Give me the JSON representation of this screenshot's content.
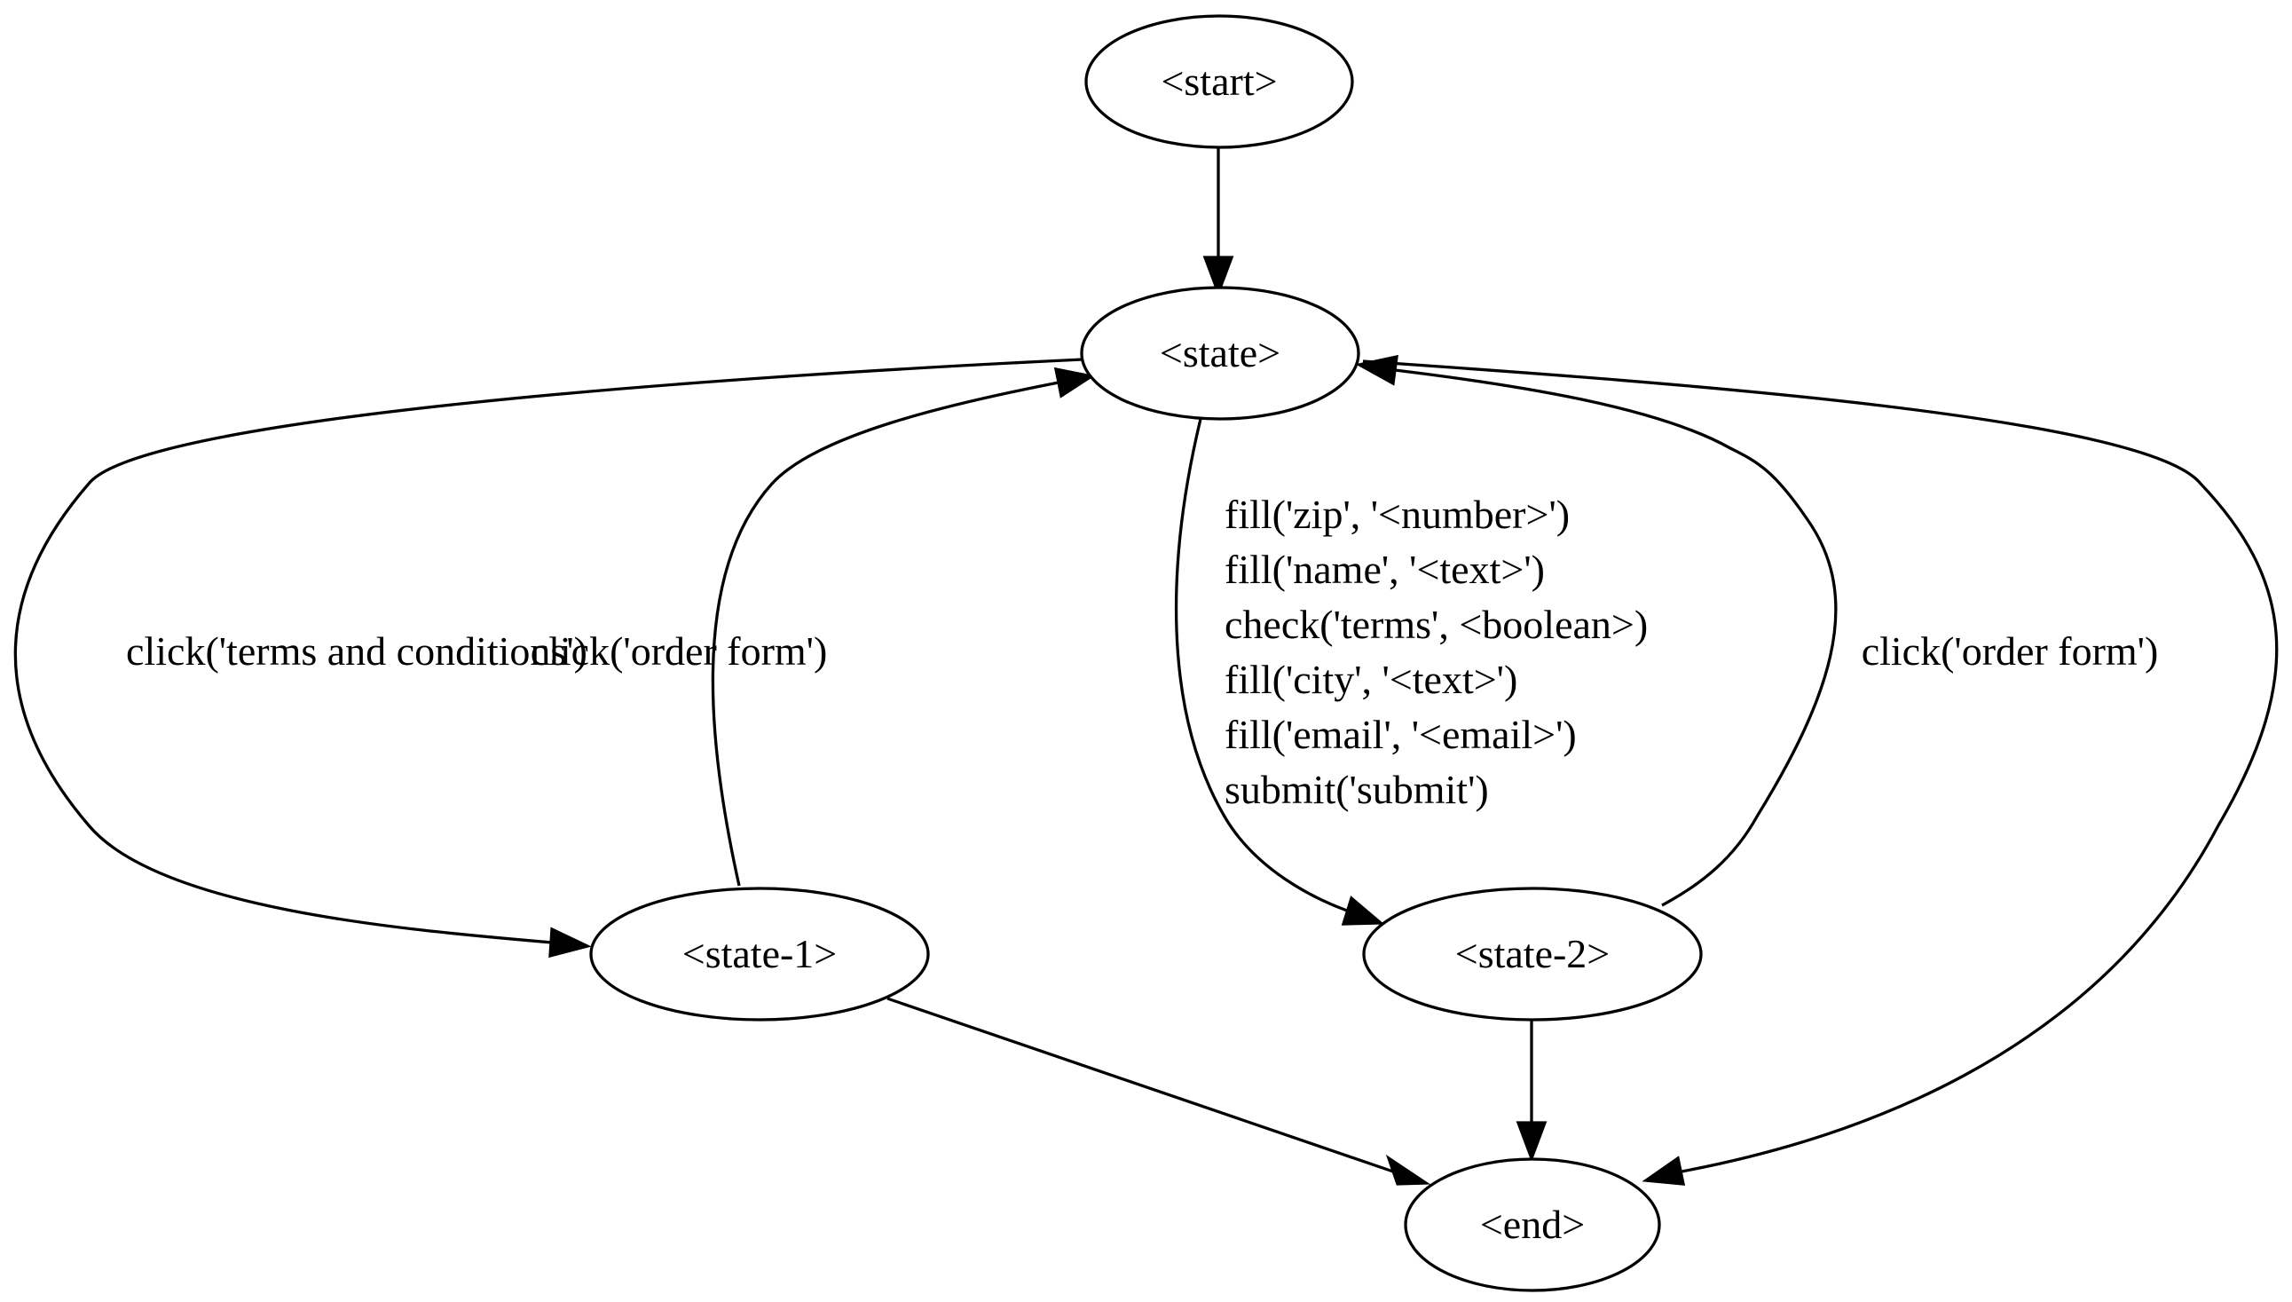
{
  "graph": {
    "nodes": [
      {
        "id": "start",
        "label": "<start>"
      },
      {
        "id": "state",
        "label": "<state>"
      },
      {
        "id": "state-1",
        "label": "<state-1>"
      },
      {
        "id": "state-2",
        "label": "<state-2>"
      },
      {
        "id": "end",
        "label": "<end>"
      }
    ],
    "edges": [
      {
        "id": "start-to-state",
        "from": "start",
        "to": "state",
        "label": []
      },
      {
        "id": "state-to-state-1",
        "from": "state",
        "to": "state-1",
        "label": [
          "click('terms and conditions')"
        ]
      },
      {
        "id": "state-1-to-state",
        "from": "state-1",
        "to": "state",
        "label": [
          "click('order form')"
        ]
      },
      {
        "id": "state-to-state-2",
        "from": "state",
        "to": "state-2",
        "label": [
          "fill('zip', '<number>')",
          "fill('name', '<text>')",
          "check('terms', <boolean>)",
          "fill('city', '<text>')",
          "fill('email', '<email>')",
          "submit('submit')"
        ]
      },
      {
        "id": "state-2-to-state",
        "from": "state-2",
        "to": "state",
        "label": [
          "click('order form')"
        ]
      },
      {
        "id": "state-to-end",
        "from": "state",
        "to": "end",
        "label": []
      },
      {
        "id": "state-1-to-end",
        "from": "state-1",
        "to": "end",
        "label": []
      },
      {
        "id": "state-2-to-end",
        "from": "state-2",
        "to": "end",
        "label": []
      }
    ]
  }
}
